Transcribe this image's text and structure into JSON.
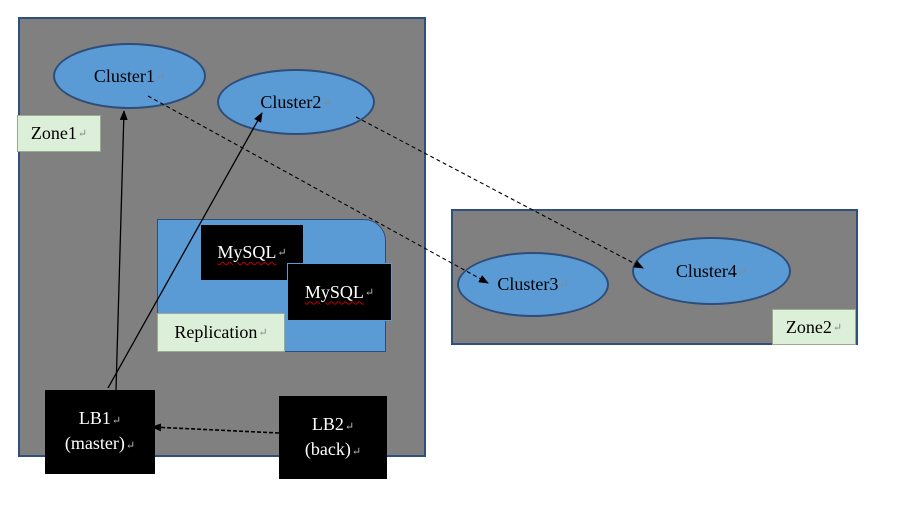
{
  "zones": {
    "zone1": {
      "label": "Zone1"
    },
    "zone2": {
      "label": "Zone2"
    }
  },
  "clusters": {
    "cluster1": "Cluster1",
    "cluster2": "Cluster2",
    "cluster3": "Cluster3",
    "cluster4": "Cluster4"
  },
  "database": {
    "mysql_primary": "MySQL",
    "mysql_secondary": "MySQL",
    "replication_label": "Replication"
  },
  "load_balancers": {
    "lb1": {
      "name": "LB1",
      "role": "(master)"
    },
    "lb2": {
      "name": "LB2",
      "role": "(back)"
    }
  },
  "paragraph_mark": "↵",
  "colors": {
    "zone_fill": "#808080",
    "zone_border": "#2f4f7f",
    "cluster_fill": "#5b9bd5",
    "label_fill": "#dcefd8",
    "node_fill": "#000000"
  }
}
